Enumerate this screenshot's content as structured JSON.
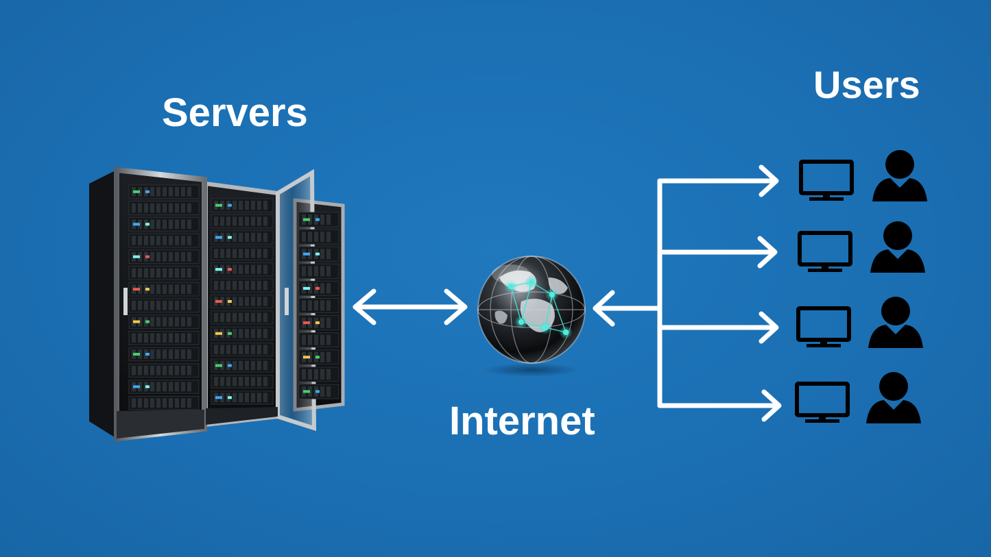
{
  "labels": {
    "servers": "Servers",
    "internet": "Internet",
    "users": "Users"
  },
  "nodes": {
    "servers": {
      "icon": "server-rack-icon"
    },
    "internet": {
      "icon": "globe-icon"
    },
    "users": {
      "count": 4,
      "icons": [
        "monitor-icon",
        "person-icon"
      ]
    }
  },
  "colors": {
    "background": "#1b6fb3",
    "text": "#ffffff",
    "arrows": "#ffffff",
    "user_icons": "#000000",
    "globe_glow": "#3fe6d8"
  }
}
